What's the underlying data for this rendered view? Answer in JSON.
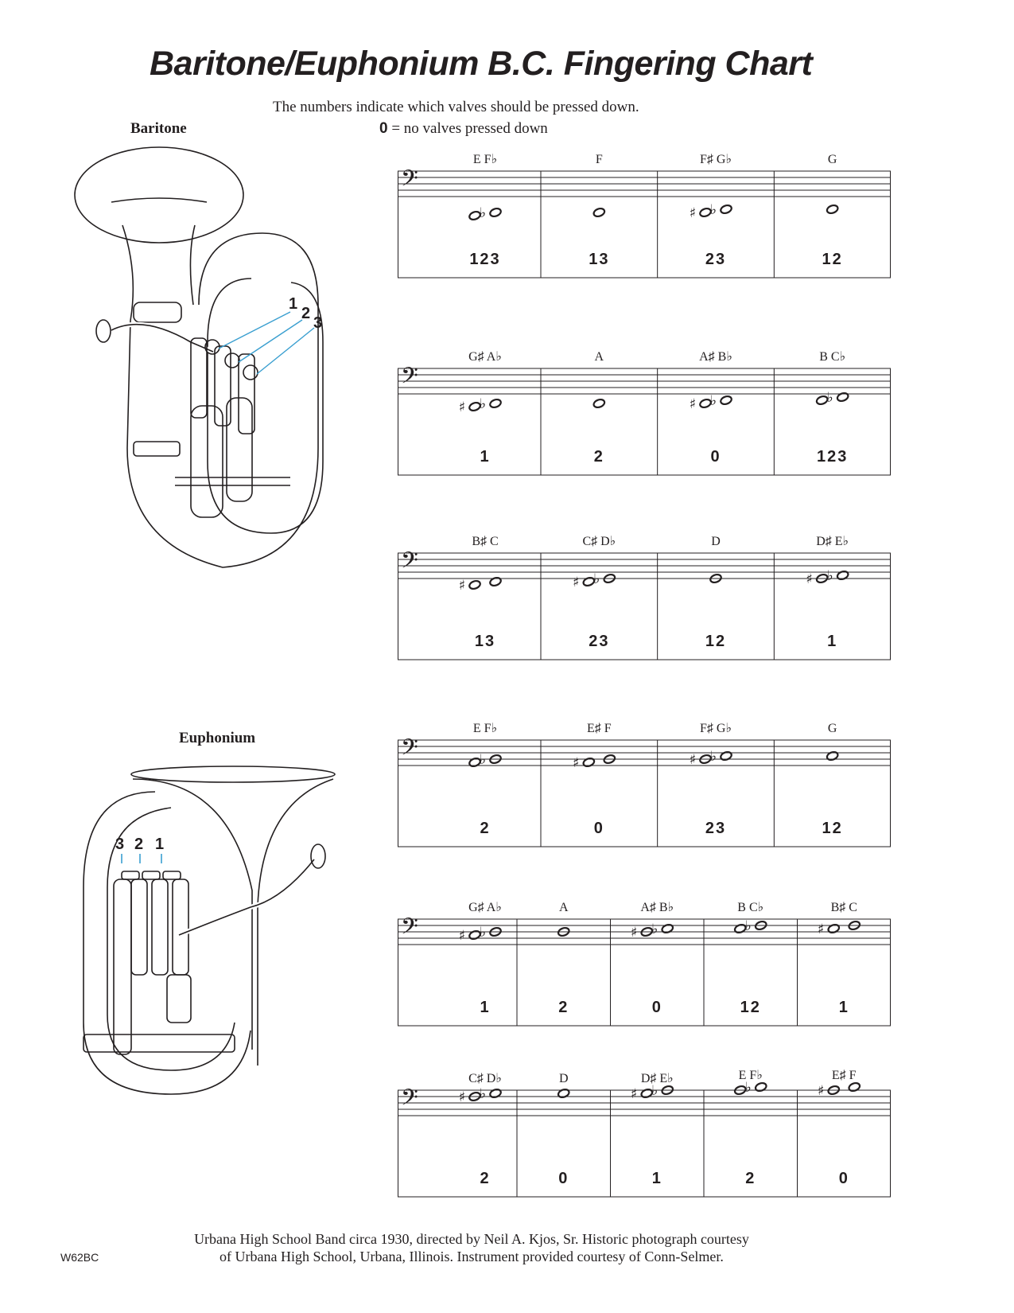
{
  "title": "Baritone/Euphonium B.C. Fingering Chart",
  "subtitle_line1": "The numbers indicate which valves should be pressed down.",
  "subtitle_zero": "0",
  "subtitle_line2": "= no valves pressed down",
  "baritone_label": "Baritone",
  "euphonium_label": "Euphonium",
  "baritone_valve_labels": [
    "1",
    "2",
    "3"
  ],
  "euphonium_valve_labels": [
    "3",
    "2",
    "1"
  ],
  "footer_line1": "Urbana High School Band circa 1930, directed by Neil A. Kjos, Sr. Historic photograph courtesy",
  "footer_line2": "of Urbana High School, Urbana, Illinois. Instrument provided courtesy of Conn-Selmer.",
  "code": "W62BC",
  "blocks": [
    {
      "cells": [
        {
          "label": "E   F♭",
          "fingering": "123",
          "notes": [
            {
              "pos": -6,
              "acc": ""
            },
            {
              "pos": -5,
              "acc": "♭"
            }
          ]
        },
        {
          "label": "F",
          "fingering": "13",
          "notes": [
            {
              "pos": -5,
              "acc": ""
            }
          ]
        },
        {
          "label": "F♯  G♭",
          "fingering": "23",
          "notes": [
            {
              "pos": -5,
              "acc": "♯"
            },
            {
              "pos": -4,
              "acc": "♭"
            }
          ]
        },
        {
          "label": "G",
          "fingering": "12",
          "notes": [
            {
              "pos": -4,
              "acc": ""
            }
          ]
        }
      ]
    },
    {
      "cells": [
        {
          "label": "G♯  A♭",
          "fingering": "1",
          "notes": [
            {
              "pos": -4,
              "acc": "♯"
            },
            {
              "pos": -3,
              "acc": "♭"
            }
          ]
        },
        {
          "label": "A",
          "fingering": "2",
          "notes": [
            {
              "pos": -3,
              "acc": ""
            }
          ]
        },
        {
          "label": "A♯  B♭",
          "fingering": "0",
          "notes": [
            {
              "pos": -3,
              "acc": "♯"
            },
            {
              "pos": -2,
              "acc": "♭"
            }
          ]
        },
        {
          "label": "B   C♭",
          "fingering": "123",
          "notes": [
            {
              "pos": -2,
              "acc": ""
            },
            {
              "pos": -1,
              "acc": "♭"
            }
          ]
        }
      ]
    },
    {
      "cells": [
        {
          "label": "B♯  C",
          "fingering": "13",
          "notes": [
            {
              "pos": -2,
              "acc": "♯"
            },
            {
              "pos": -1,
              "acc": ""
            }
          ]
        },
        {
          "label": "C♯  D♭",
          "fingering": "23",
          "notes": [
            {
              "pos": -1,
              "acc": "♯"
            },
            {
              "pos": 0,
              "acc": "♭"
            }
          ]
        },
        {
          "label": "D",
          "fingering": "12",
          "notes": [
            {
              "pos": 0,
              "acc": ""
            }
          ]
        },
        {
          "label": "D♯  E♭",
          "fingering": "1",
          "notes": [
            {
              "pos": 0,
              "acc": "♯"
            },
            {
              "pos": 1,
              "acc": "♭"
            }
          ]
        }
      ]
    },
    {
      "cells": [
        {
          "label": "E   F♭",
          "fingering": "2",
          "notes": [
            {
              "pos": 1,
              "acc": ""
            },
            {
              "pos": 2,
              "acc": "♭"
            }
          ]
        },
        {
          "label": "E♯  F",
          "fingering": "0",
          "notes": [
            {
              "pos": 1,
              "acc": "♯"
            },
            {
              "pos": 2,
              "acc": ""
            }
          ]
        },
        {
          "label": "F♯  G♭",
          "fingering": "23",
          "notes": [
            {
              "pos": 2,
              "acc": "♯"
            },
            {
              "pos": 3,
              "acc": "♭"
            }
          ]
        },
        {
          "label": "G",
          "fingering": "12",
          "notes": [
            {
              "pos": 3,
              "acc": ""
            }
          ]
        }
      ]
    },
    {
      "cells": [
        {
          "label": "G♯  A♭",
          "fingering": "1",
          "notes": [
            {
              "pos": 3,
              "acc": "♯"
            },
            {
              "pos": 4,
              "acc": "♭"
            }
          ]
        },
        {
          "label": "A",
          "fingering": "2",
          "notes": [
            {
              "pos": 4,
              "acc": ""
            }
          ]
        },
        {
          "label": "A♯  B♭",
          "fingering": "0",
          "notes": [
            {
              "pos": 4,
              "acc": "♯"
            },
            {
              "pos": 5,
              "acc": "♭"
            }
          ]
        },
        {
          "label": "B   C♭",
          "fingering": "12",
          "notes": [
            {
              "pos": 5,
              "acc": ""
            },
            {
              "pos": 6,
              "acc": "♭"
            }
          ]
        },
        {
          "label": "B♯  C",
          "fingering": "1",
          "notes": [
            {
              "pos": 5,
              "acc": "♯"
            },
            {
              "pos": 6,
              "acc": ""
            }
          ]
        }
      ]
    },
    {
      "cells": [
        {
          "label": "C♯  D♭",
          "fingering": "2",
          "notes": [
            {
              "pos": 6,
              "acc": "♯"
            },
            {
              "pos": 7,
              "acc": "♭"
            }
          ]
        },
        {
          "label": "D",
          "fingering": "0",
          "notes": [
            {
              "pos": 7,
              "acc": ""
            }
          ]
        },
        {
          "label": "D♯  E♭",
          "fingering": "1",
          "notes": [
            {
              "pos": 7,
              "acc": "♯"
            },
            {
              "pos": 8,
              "acc": "♭"
            }
          ]
        },
        {
          "label": "E   F♭",
          "fingering": "2",
          "notes": [
            {
              "pos": 8,
              "acc": ""
            },
            {
              "pos": 9,
              "acc": "♭"
            }
          ]
        },
        {
          "label": "E♯  F",
          "fingering": "0",
          "notes": [
            {
              "pos": 8,
              "acc": "♯"
            },
            {
              "pos": 9,
              "acc": ""
            }
          ]
        }
      ]
    }
  ]
}
